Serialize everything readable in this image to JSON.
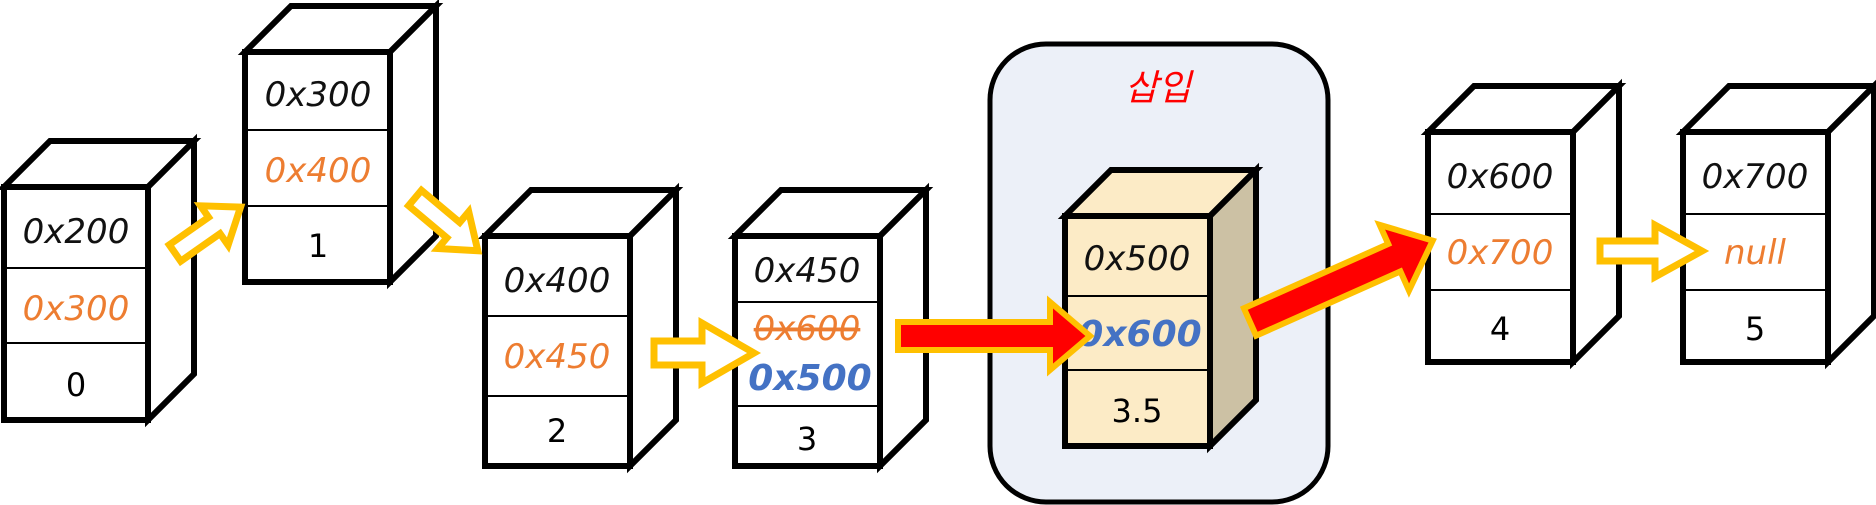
{
  "insert_label": "삽입",
  "colors": {
    "address_text": "#111111",
    "next_pointer_text": "#ED7D31",
    "updated_pointer_text": "#4472C4",
    "insert_label_text": "#FF0000",
    "insert_panel_fill": "#ECF0F8",
    "new_node_front": "#FCEBC6",
    "new_node_side": "#CCC1A4",
    "pointer_arrow": "#FFC000",
    "insert_arrow": "#FF0000"
  },
  "nodes": [
    {
      "address": "0x200",
      "next": "0x300",
      "index": "0"
    },
    {
      "address": "0x300",
      "next": "0x400",
      "index": "1"
    },
    {
      "address": "0x400",
      "next": "0x450",
      "index": "2"
    },
    {
      "address": "0x450",
      "next_old": "0x600",
      "next_new": "0x500",
      "index": "3"
    },
    {
      "address": "0x500",
      "next": "0x600",
      "index": "3.5"
    },
    {
      "address": "0x600",
      "next": "0x700",
      "index": "4"
    },
    {
      "address": "0x700",
      "next": "null",
      "index": "5"
    }
  ]
}
